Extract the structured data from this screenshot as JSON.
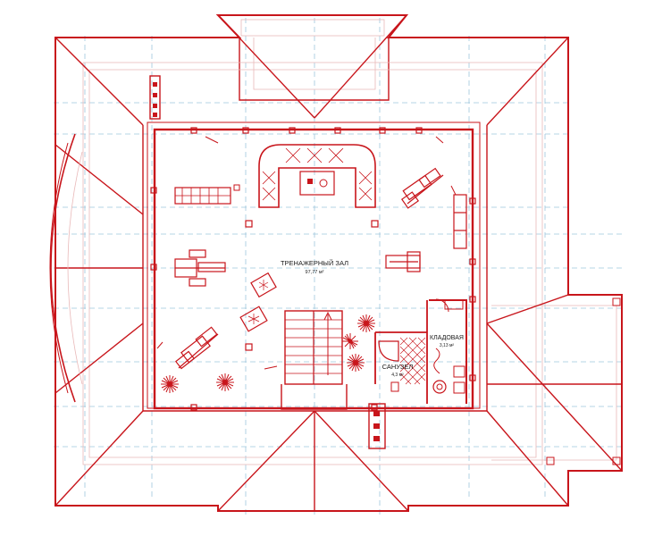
{
  "plan": {
    "rooms": [
      {
        "name": "ТРЕНАЖЕРНЫЙ ЗАЛ",
        "area": "97,77 м²"
      },
      {
        "name": "КЛАДОВАЯ",
        "area": "3,13 м²"
      },
      {
        "name": "САНУЗЕЛ",
        "area": "4,3 м²"
      }
    ],
    "colors": {
      "line": "#c8151b",
      "grid": "#9fc6dc",
      "background": "#ffffff"
    }
  }
}
